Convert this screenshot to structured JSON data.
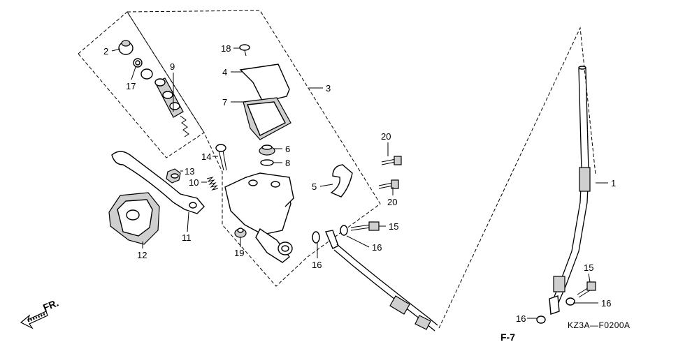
{
  "diagram": {
    "code": "KZ3A—F0200A",
    "front_marker": "FR.",
    "page_ref": "F-7",
    "callouts": [
      {
        "id": "c2",
        "text": "2"
      },
      {
        "id": "c17",
        "text": "17"
      },
      {
        "id": "c9",
        "text": "9"
      },
      {
        "id": "c18",
        "text": "18"
      },
      {
        "id": "c4",
        "text": "4"
      },
      {
        "id": "c3",
        "text": "3"
      },
      {
        "id": "c7",
        "text": "7"
      },
      {
        "id": "c6",
        "text": "6"
      },
      {
        "id": "c8",
        "text": "8"
      },
      {
        "id": "c20a",
        "text": "20"
      },
      {
        "id": "c20b",
        "text": "20"
      },
      {
        "id": "c5",
        "text": "5"
      },
      {
        "id": "c14",
        "text": "14"
      },
      {
        "id": "c13",
        "text": "13"
      },
      {
        "id": "c10",
        "text": "10"
      },
      {
        "id": "c11",
        "text": "11"
      },
      {
        "id": "c12",
        "text": "12"
      },
      {
        "id": "c19",
        "text": "19"
      },
      {
        "id": "c16a",
        "text": "16"
      },
      {
        "id": "c15a",
        "text": "15"
      },
      {
        "id": "c16b",
        "text": "16"
      },
      {
        "id": "c1",
        "text": "1"
      },
      {
        "id": "c15b",
        "text": "15"
      },
      {
        "id": "c16c",
        "text": "16"
      },
      {
        "id": "c16d",
        "text": "16"
      }
    ]
  }
}
